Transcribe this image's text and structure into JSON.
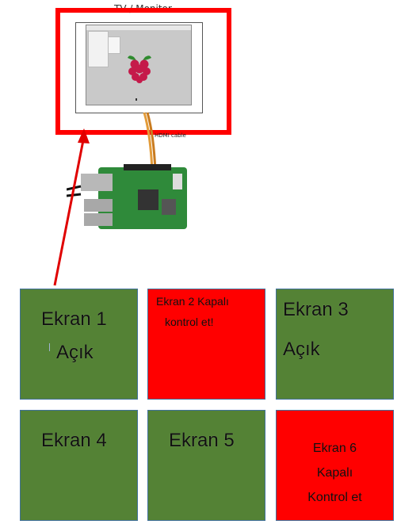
{
  "monitor": {
    "caption": "TV / Monitor",
    "cable_caption": "HDMI cable"
  },
  "tiles": [
    {
      "line1": "Ekran 1",
      "line2": "Açık"
    },
    {
      "line1": "Ekran 2 Kapalı",
      "line2": "kontrol et!"
    },
    {
      "line1": "Ekran 3",
      "line2": "Açık"
    },
    {
      "line1": "Ekran 4"
    },
    {
      "line1": "Ekran 5"
    },
    {
      "line1": "Ekran 6",
      "line2": "Kapalı",
      "line3": "Kontrol et"
    }
  ],
  "colors": {
    "on": "#548235",
    "off": "#ff0000",
    "highlight": "#ff0000"
  }
}
